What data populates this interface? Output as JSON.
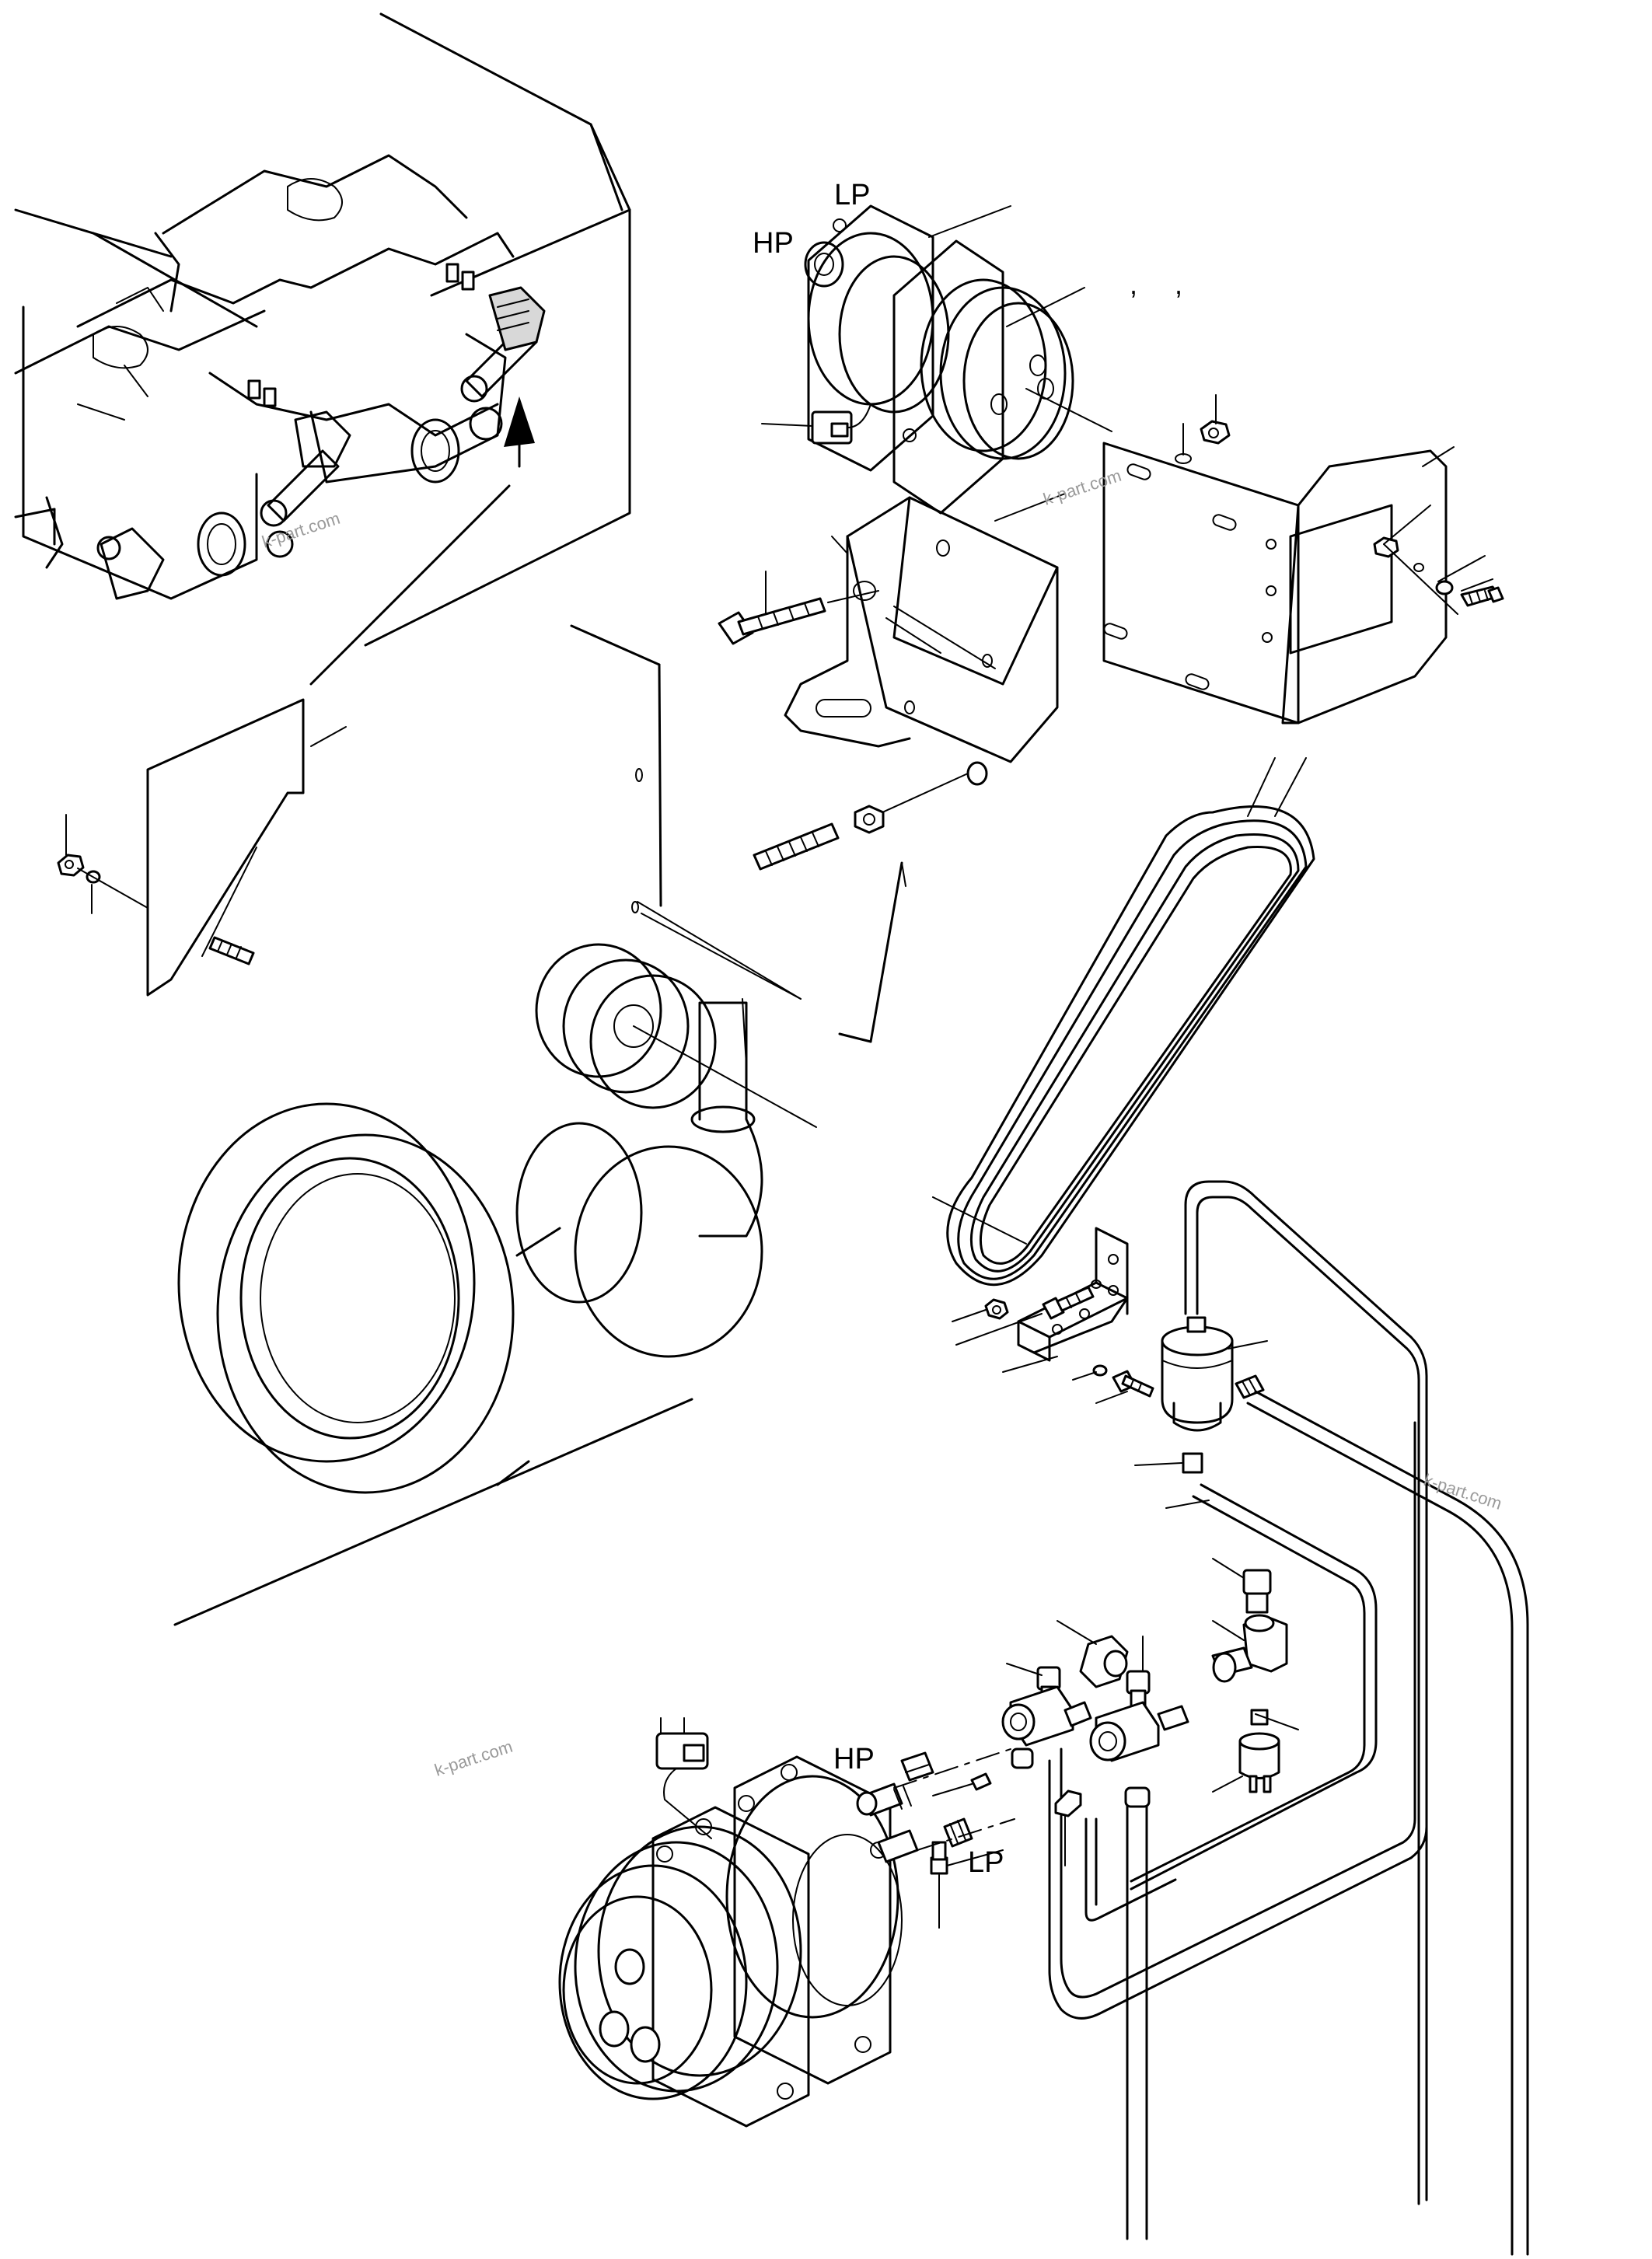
{
  "diagram": {
    "labels": {
      "hp_top": "HP",
      "lp_top": "LP",
      "hp_bottom": "HP",
      "lp_bottom": "LP",
      "comma": ","
    },
    "watermark": "k-part.com"
  }
}
